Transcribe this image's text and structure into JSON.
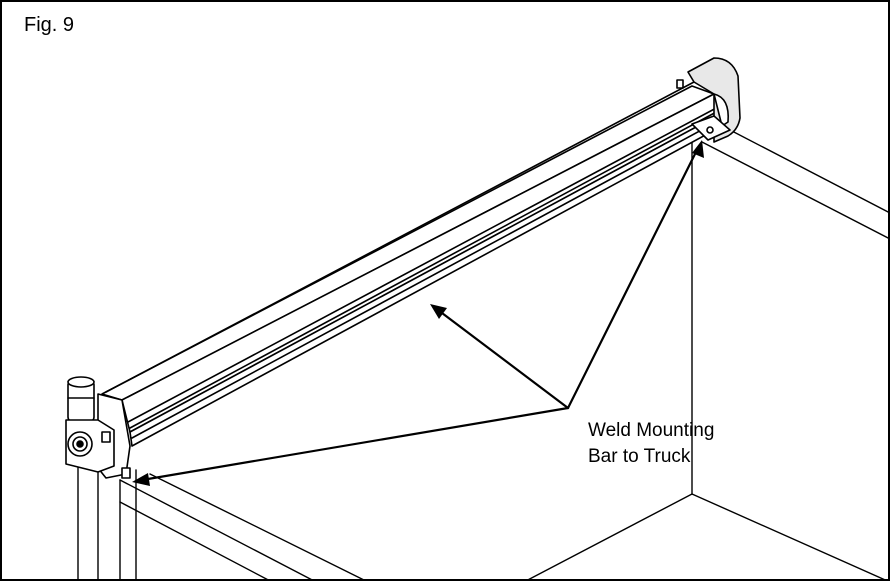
{
  "figure": {
    "label": "Fig. 9"
  },
  "callout": {
    "line1": "Weld Mounting",
    "line2": "Bar to Truck"
  },
  "colors": {
    "ink": "#000000",
    "paper": "#ffffff",
    "housing_shade": "#e8e8e8"
  }
}
